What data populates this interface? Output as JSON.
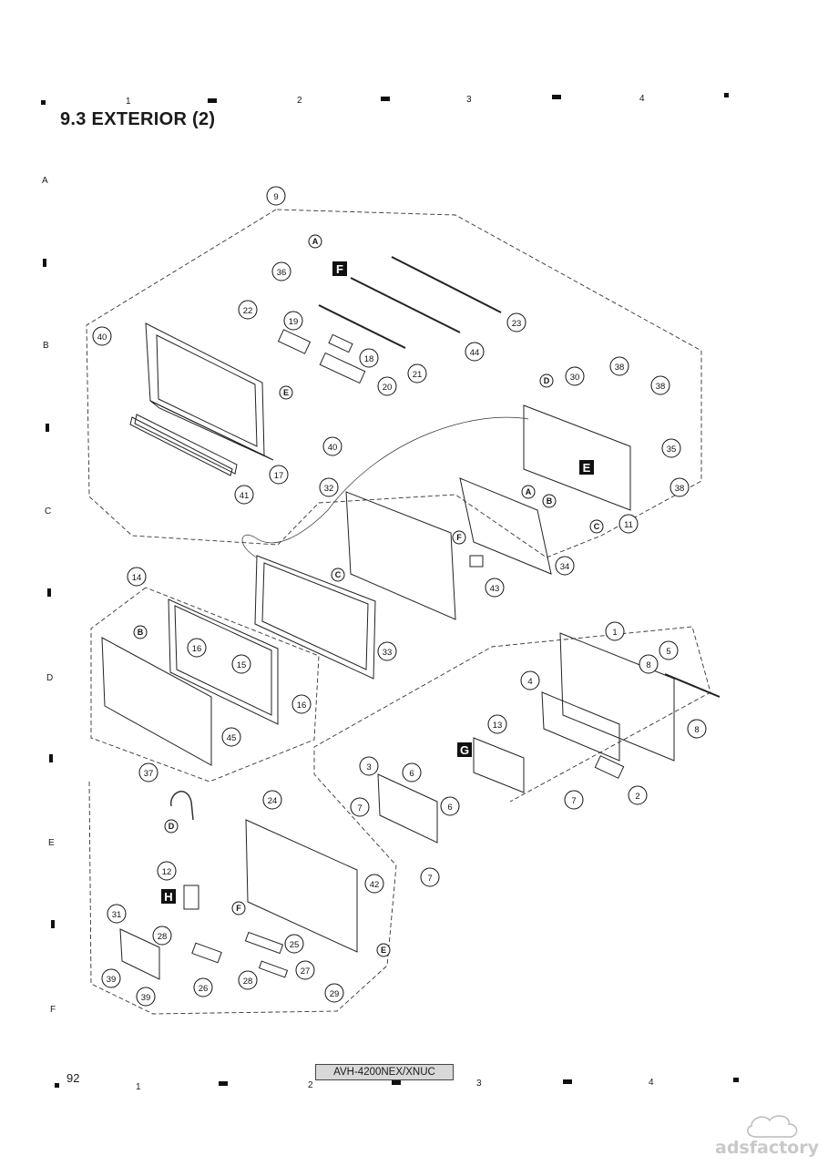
{
  "page": {
    "title": "9.3  EXTERIOR (2)",
    "page_number": "92",
    "model": "AVH-4200NEX/XNUC",
    "watermark": "adsfactory"
  },
  "grid": {
    "columns_top": [
      "1",
      "2",
      "3",
      "4"
    ],
    "columns_bottom": [
      "1",
      "2",
      "3",
      "4"
    ],
    "rows": [
      "A",
      "B",
      "C",
      "D",
      "E",
      "F"
    ]
  },
  "diagram": {
    "part_callouts": [
      "9",
      "36",
      "23",
      "44",
      "21",
      "22",
      "19",
      "18",
      "20",
      "40",
      "40",
      "17",
      "41",
      "30",
      "38",
      "38",
      "35",
      "38",
      "11",
      "32",
      "34",
      "43",
      "33",
      "14",
      "16",
      "15",
      "16",
      "45",
      "1",
      "5",
      "8",
      "4",
      "8",
      "13",
      "3",
      "6",
      "6",
      "7",
      "7",
      "7",
      "2",
      "37",
      "24",
      "12",
      "42",
      "31",
      "28",
      "25",
      "27",
      "28",
      "26",
      "29",
      "39",
      "39"
    ],
    "connector_labels": [
      "A",
      "A",
      "B",
      "B",
      "C",
      "C",
      "D",
      "D",
      "E",
      "E",
      "F",
      "F"
    ],
    "board_labels": [
      "F",
      "E",
      "G",
      "H"
    ]
  }
}
